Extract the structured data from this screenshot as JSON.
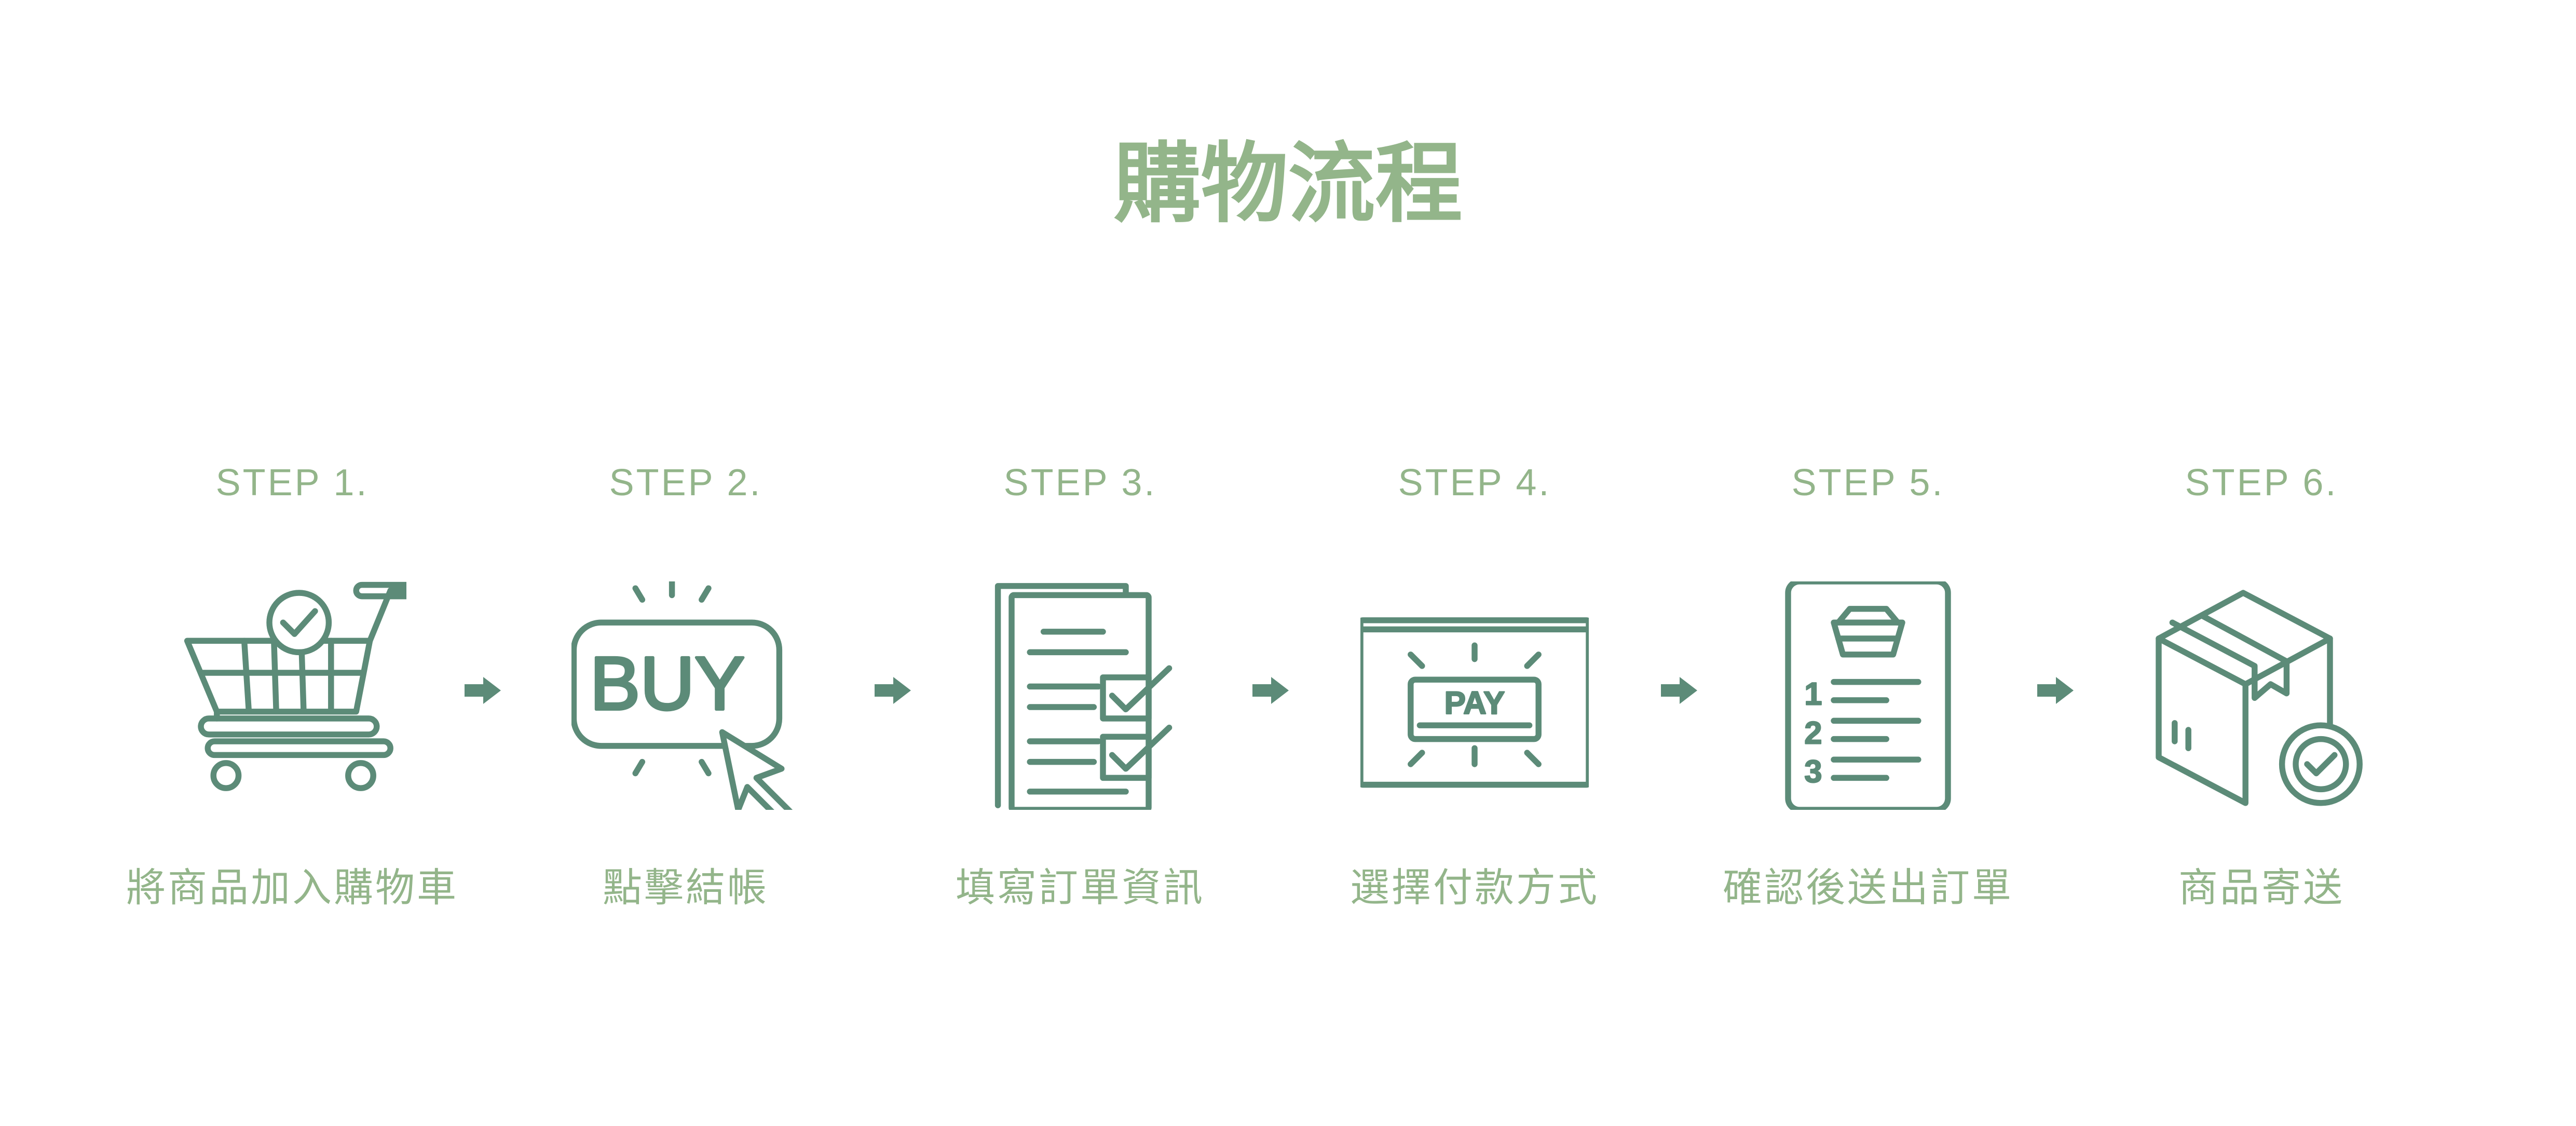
{
  "title": "購物流程",
  "colors": {
    "title": "#93b58a",
    "label": "#93b58a",
    "icon": "#5c8b78",
    "arrow": "#5c8b78"
  },
  "steps": [
    {
      "label": "STEP 1.",
      "description": "將商品加入購物車",
      "icon": "shopping-cart-check-icon"
    },
    {
      "label": "STEP 2.",
      "description": "點擊結帳",
      "icon": "buy-button-cursor-icon"
    },
    {
      "label": "STEP 3.",
      "description": "填寫訂單資訊",
      "icon": "checklist-documents-icon"
    },
    {
      "label": "STEP 4.",
      "description": "選擇付款方式",
      "icon": "pay-screen-icon"
    },
    {
      "label": "STEP 5.",
      "description": "確認後送出訂單",
      "icon": "order-list-icon",
      "list_numbers": [
        "1",
        "2",
        "3"
      ]
    },
    {
      "label": "STEP 6.",
      "description": "商品寄送",
      "icon": "package-delivered-icon"
    }
  ],
  "icon_texts": {
    "buy": "BUY",
    "pay": "PAY"
  }
}
